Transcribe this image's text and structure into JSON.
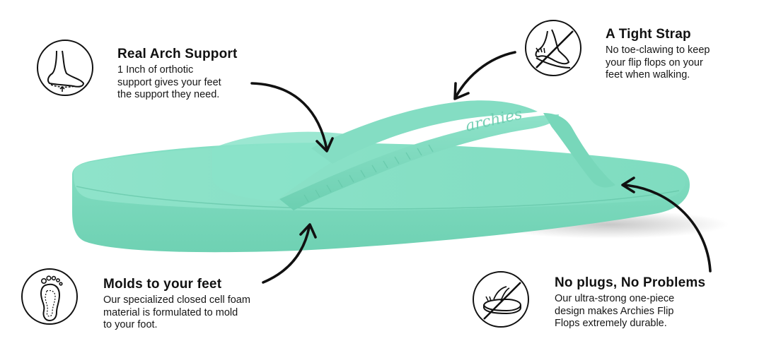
{
  "features": {
    "arch": {
      "title": "Real Arch Support",
      "lines": [
        "1 Inch of orthotic",
        "support gives your feet",
        "the support they need."
      ],
      "icon": "foot-arch-icon"
    },
    "strap": {
      "title": "A Tight Strap",
      "lines": [
        "No toe-clawing to keep",
        "your flip flops on your",
        "feet when walking."
      ],
      "icon": "no-toe-claw-icon"
    },
    "molds": {
      "title": "Molds to your feet",
      "lines": [
        "Our specialized closed cell foam",
        "material is formulated to mold",
        "to your foot."
      ],
      "icon": "footprint-icon"
    },
    "plugs": {
      "title": "No plugs, No Problems",
      "lines": [
        "Our ultra-strong one-piece",
        "design makes Archies Flip",
        "Flops extremely durable."
      ],
      "icon": "no-plug-sandal-icon"
    }
  },
  "product": {
    "strap_emboss": "archies",
    "sandal_color": "#7fdcc0",
    "sandal_shade": "#68c9ab"
  }
}
